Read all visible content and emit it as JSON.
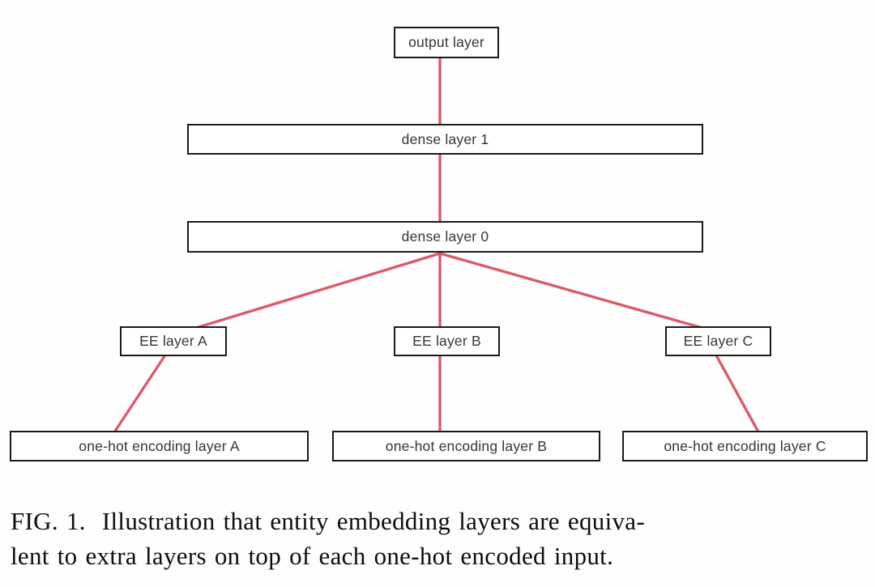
{
  "figure": {
    "title": "entity embedding equivalence diagram",
    "nodes": [
      {
        "id": "output",
        "label": "output layer"
      },
      {
        "id": "dense1",
        "label": "dense layer 1"
      },
      {
        "id": "dense0",
        "label": "dense layer 0"
      },
      {
        "id": "eeA",
        "label": "EE layer A"
      },
      {
        "id": "eeB",
        "label": "EE layer B"
      },
      {
        "id": "eeC",
        "label": "EE layer C"
      },
      {
        "id": "ohA",
        "label": "one-hot encoding layer A"
      },
      {
        "id": "ohB",
        "label": "one-hot encoding layer B"
      },
      {
        "id": "ohC",
        "label": "one-hot encoding layer C"
      }
    ],
    "edges": [
      {
        "from": "output",
        "to": "dense1"
      },
      {
        "from": "dense1",
        "to": "dense0"
      },
      {
        "from": "dense0",
        "to": "eeA"
      },
      {
        "from": "dense0",
        "to": "eeB"
      },
      {
        "from": "dense0",
        "to": "eeC"
      },
      {
        "from": "eeA",
        "to": "ohA"
      },
      {
        "from": "eeB",
        "to": "ohB"
      },
      {
        "from": "eeC",
        "to": "ohC"
      }
    ]
  },
  "theme": {
    "edge-color": "#dc5262",
    "border-color": "#1b1b1b",
    "node-text": "#353535",
    "caption-color": "#0e0e0e",
    "bg": "#fefefe"
  },
  "caption": {
    "line1": "FIG. 1.  Illustration that entity embedding layers are equiva-",
    "line2": "lent to extra layers on top of each one-hot encoded input."
  }
}
